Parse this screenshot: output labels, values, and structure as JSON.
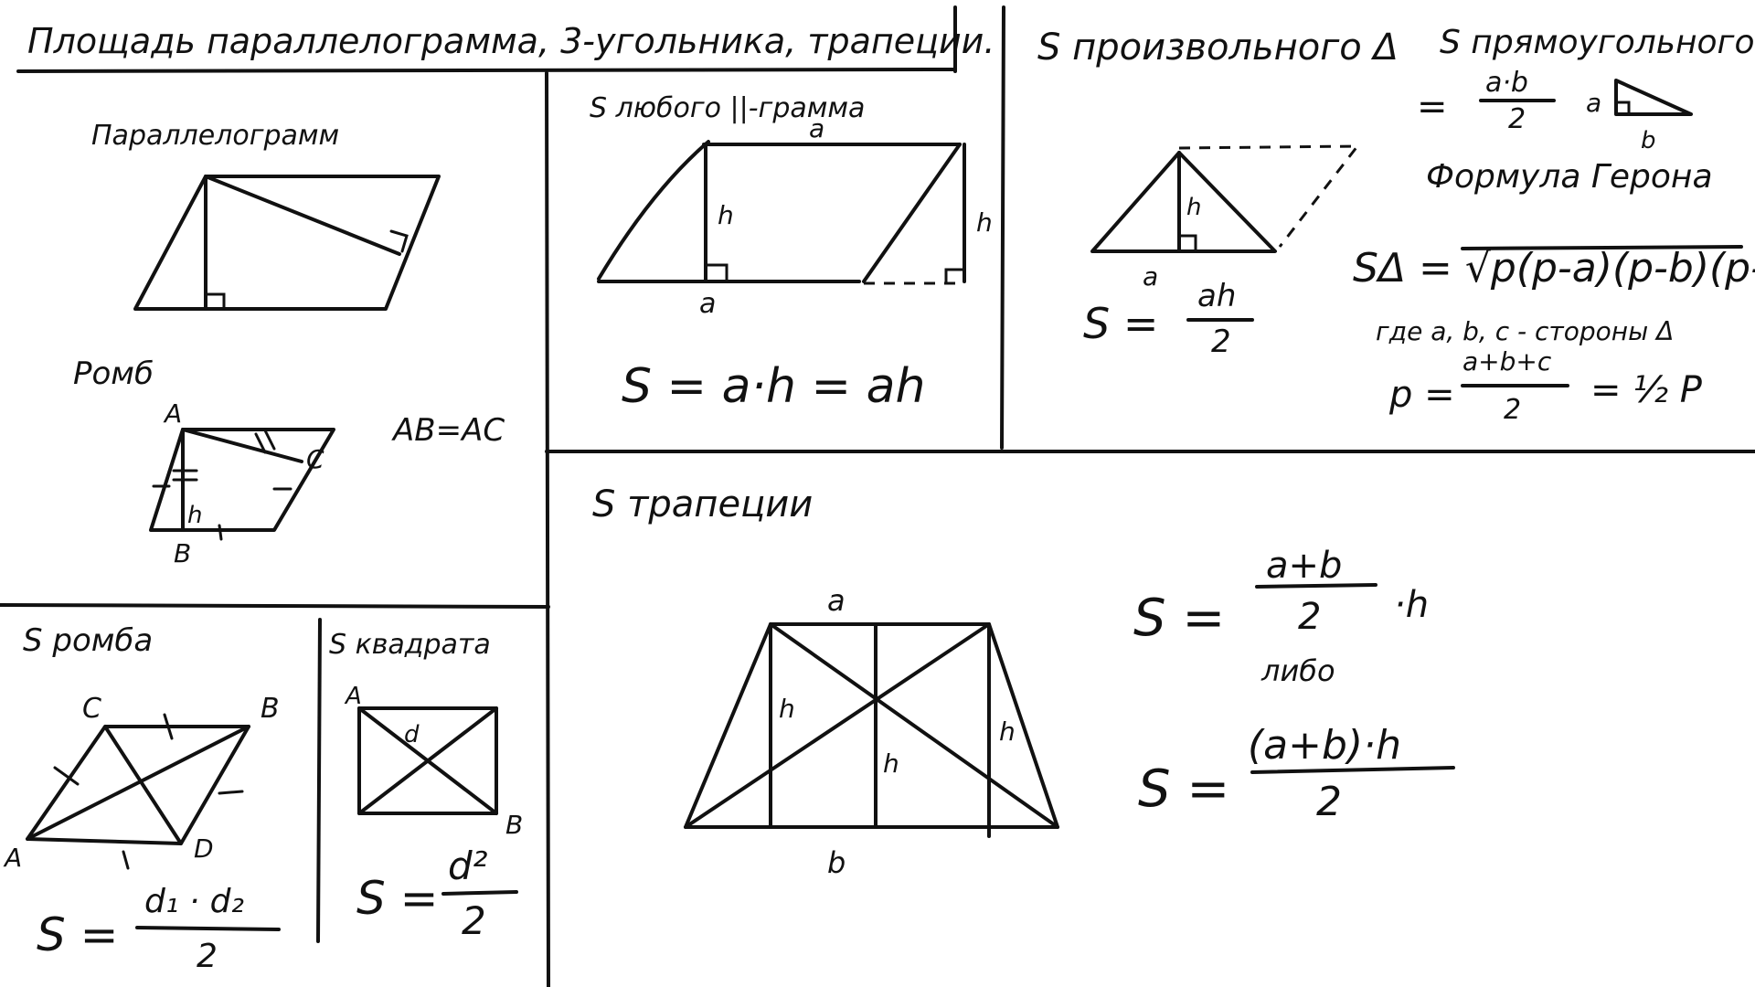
{
  "title": "Площадь параллелограмма, 3-угольника, трапеции.",
  "parallelogram": {
    "heading": "Параллелограмм"
  },
  "rhombus_small": {
    "heading": "Ромб",
    "label_a": "A",
    "label_b": "B",
    "label_c": "C",
    "label_h": "h",
    "equality": "AB=AC"
  },
  "any_parallelogram": {
    "heading": "S любого ||-грамма",
    "label_a_top": "a",
    "label_a_bottom": "a",
    "label_h_inner": "h",
    "label_h_outer": "h",
    "formula": "S = a·h = ah"
  },
  "triangle": {
    "heading": "S произвольного Δ",
    "label_h": "h",
    "label_a": "a",
    "formula_lhs": "S =",
    "formula_num": "ah",
    "formula_den": "2"
  },
  "right_triangle": {
    "heading": "S прямоугольного Δ =",
    "formula_prefix": "=",
    "formula_num": "a·b",
    "formula_den": "2",
    "label_a": "a",
    "label_b": "b"
  },
  "heron": {
    "heading": "Формула Герона",
    "formula": "SΔ = √p(p-a)(p-b)(p-c)",
    "note": "где a, b, c - стороны Δ",
    "p_lhs": "p =",
    "p_num": "a+b+c",
    "p_den": "2",
    "p_rhs": "= ½ P"
  },
  "rhombus": {
    "heading": "S ромба",
    "label_a": "A",
    "label_b": "B",
    "label_c": "C",
    "label_d": "D",
    "formula_lhs": "S =",
    "formula_num": "d₁ · d₂",
    "formula_den": "2"
  },
  "square": {
    "heading": "S квадрата",
    "label_a": "A",
    "label_b": "B",
    "label_d": "d",
    "formula_lhs": "S =",
    "formula_num": "d²",
    "formula_den": "2"
  },
  "trapezoid": {
    "heading": "S трапеции",
    "label_a": "a",
    "label_b": "b",
    "label_h_left": "h",
    "label_h_mid": "h",
    "label_h_right": "h",
    "formula1_lhs": "S =",
    "formula1_num": "a+b",
    "formula1_den": "2",
    "formula1_rhs": "·h",
    "or": "либо",
    "formula2_lhs": "S =",
    "formula2_num": "(a+b)·h",
    "formula2_den": "2"
  }
}
